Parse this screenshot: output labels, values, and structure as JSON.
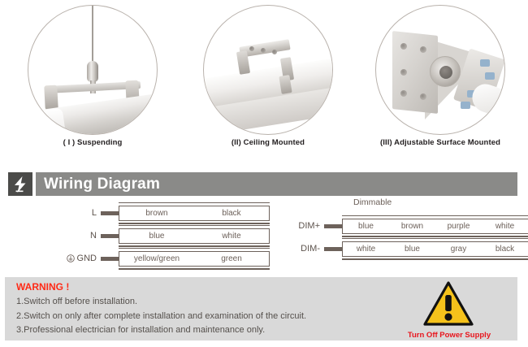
{
  "mounting": {
    "options": [
      {
        "caption": "( I ) Suspending",
        "icon": "suspending-mount-photo"
      },
      {
        "caption": "(II) Ceiling Mounted",
        "icon": "ceiling-mount-photo"
      },
      {
        "caption": "(III) Adjustable Surface Mounted",
        "icon": "adjustable-surface-mount-photo"
      }
    ]
  },
  "wiring": {
    "header": {
      "title": "Wiring Diagram",
      "badge_icon": "lightning-bolt-icon",
      "bar_color": "#8a8a88",
      "badge_color": "#4b4b49"
    },
    "mains": {
      "rows": [
        {
          "label": "L",
          "symbol": "",
          "cells": [
            "brown",
            "black"
          ]
        },
        {
          "label": "N",
          "symbol": "",
          "cells": [
            "blue",
            "white"
          ]
        },
        {
          "label": "GND",
          "symbol": "earth-ground-icon",
          "cells": [
            "yellow/green",
            "green"
          ]
        }
      ]
    },
    "dimmable": {
      "title": "Dimmable",
      "rows": [
        {
          "label": "DIM+",
          "cells": [
            "blue",
            "brown",
            "purple",
            "white"
          ]
        },
        {
          "label": "DIM-",
          "cells": [
            "white",
            "blue",
            "gray",
            "black"
          ]
        }
      ]
    },
    "line_color": "#6d625b",
    "text_color": "#6b5f58"
  },
  "warning": {
    "title": "WARNING !",
    "title_color": "#ff2a17",
    "items": [
      "1.Switch off before installation.",
      "2.Switch on only after complete installation and examination of the circuit.",
      "3.Professional electrician for installation and maintenance only."
    ],
    "sign": {
      "icon": "warning-triangle-icon",
      "label": "Turn Off Power Supply",
      "label_color": "#e8141c",
      "triangle_color": "#f5c21b"
    },
    "background_color": "#d9d9d9"
  }
}
